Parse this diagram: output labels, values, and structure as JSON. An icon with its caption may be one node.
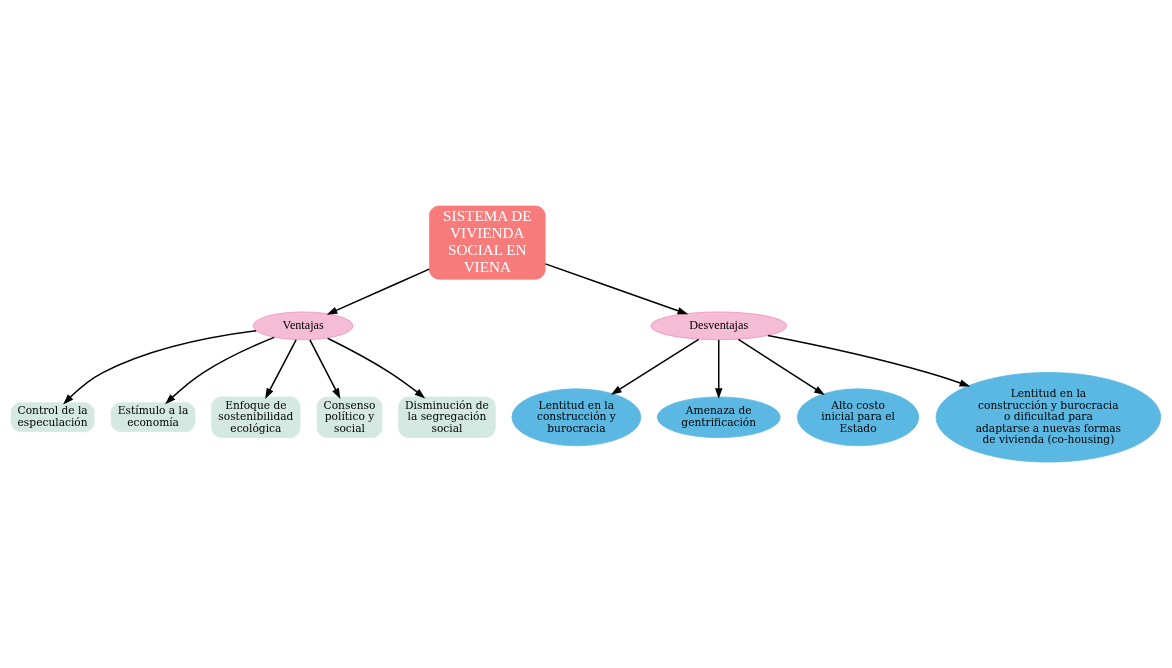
{
  "diagram": {
    "nodes": [
      {
        "text": [
          "SISTEMA DE VIVIENDA SOCIAL EN VIENA"
        ]
      },
      {
        "text": [
          "Ventajas"
        ]
      },
      {
        "text": [
          "Desventajas"
        ]
      },
      {
        "text": [
          "Control de la especulación"
        ]
      },
      {
        "text": [
          "Estímulo a la economía"
        ]
      },
      {
        "text": [
          "Enfoque de sostenibilidad ecológica"
        ]
      },
      {
        "text": [
          "Consenso político y social"
        ]
      },
      {
        "text": [
          "Disminución de la segregación social"
        ]
      },
      {
        "text": [
          "Lentitud en la construcción y burocracia"
        ]
      },
      {
        "text": [
          "Amenaza de gentrificación"
        ]
      },
      {
        "text": [
          "Alto costo inicial para el Estado"
        ]
      },
      {
        "text": [
          "Lentitud en la construcción y burocracia o dificultad para adaptarse a nuevas formas de vivienda (co-housing)"
        ]
      }
    ],
    "edges": [
      {
        "from": 0,
        "to": 1,
        "arrow": "to"
      },
      {
        "from": 0,
        "to": 2,
        "arrow": "to"
      },
      {
        "from": 1,
        "to": 3,
        "arrow": "to"
      },
      {
        "from": 1,
        "to": 4,
        "arrow": "to"
      },
      {
        "from": 1,
        "to": 5,
        "arrow": "to"
      },
      {
        "from": 1,
        "to": 6,
        "arrow": "to"
      },
      {
        "from": 1,
        "to": 7,
        "arrow": "to"
      },
      {
        "from": 2,
        "to": 8,
        "arrow": "to"
      },
      {
        "from": 2,
        "to": 9,
        "arrow": "to"
      },
      {
        "from": 2,
        "to": 10,
        "arrow": "to"
      },
      {
        "from": 2,
        "to": 11,
        "arrow": "to"
      }
    ]
  }
}
